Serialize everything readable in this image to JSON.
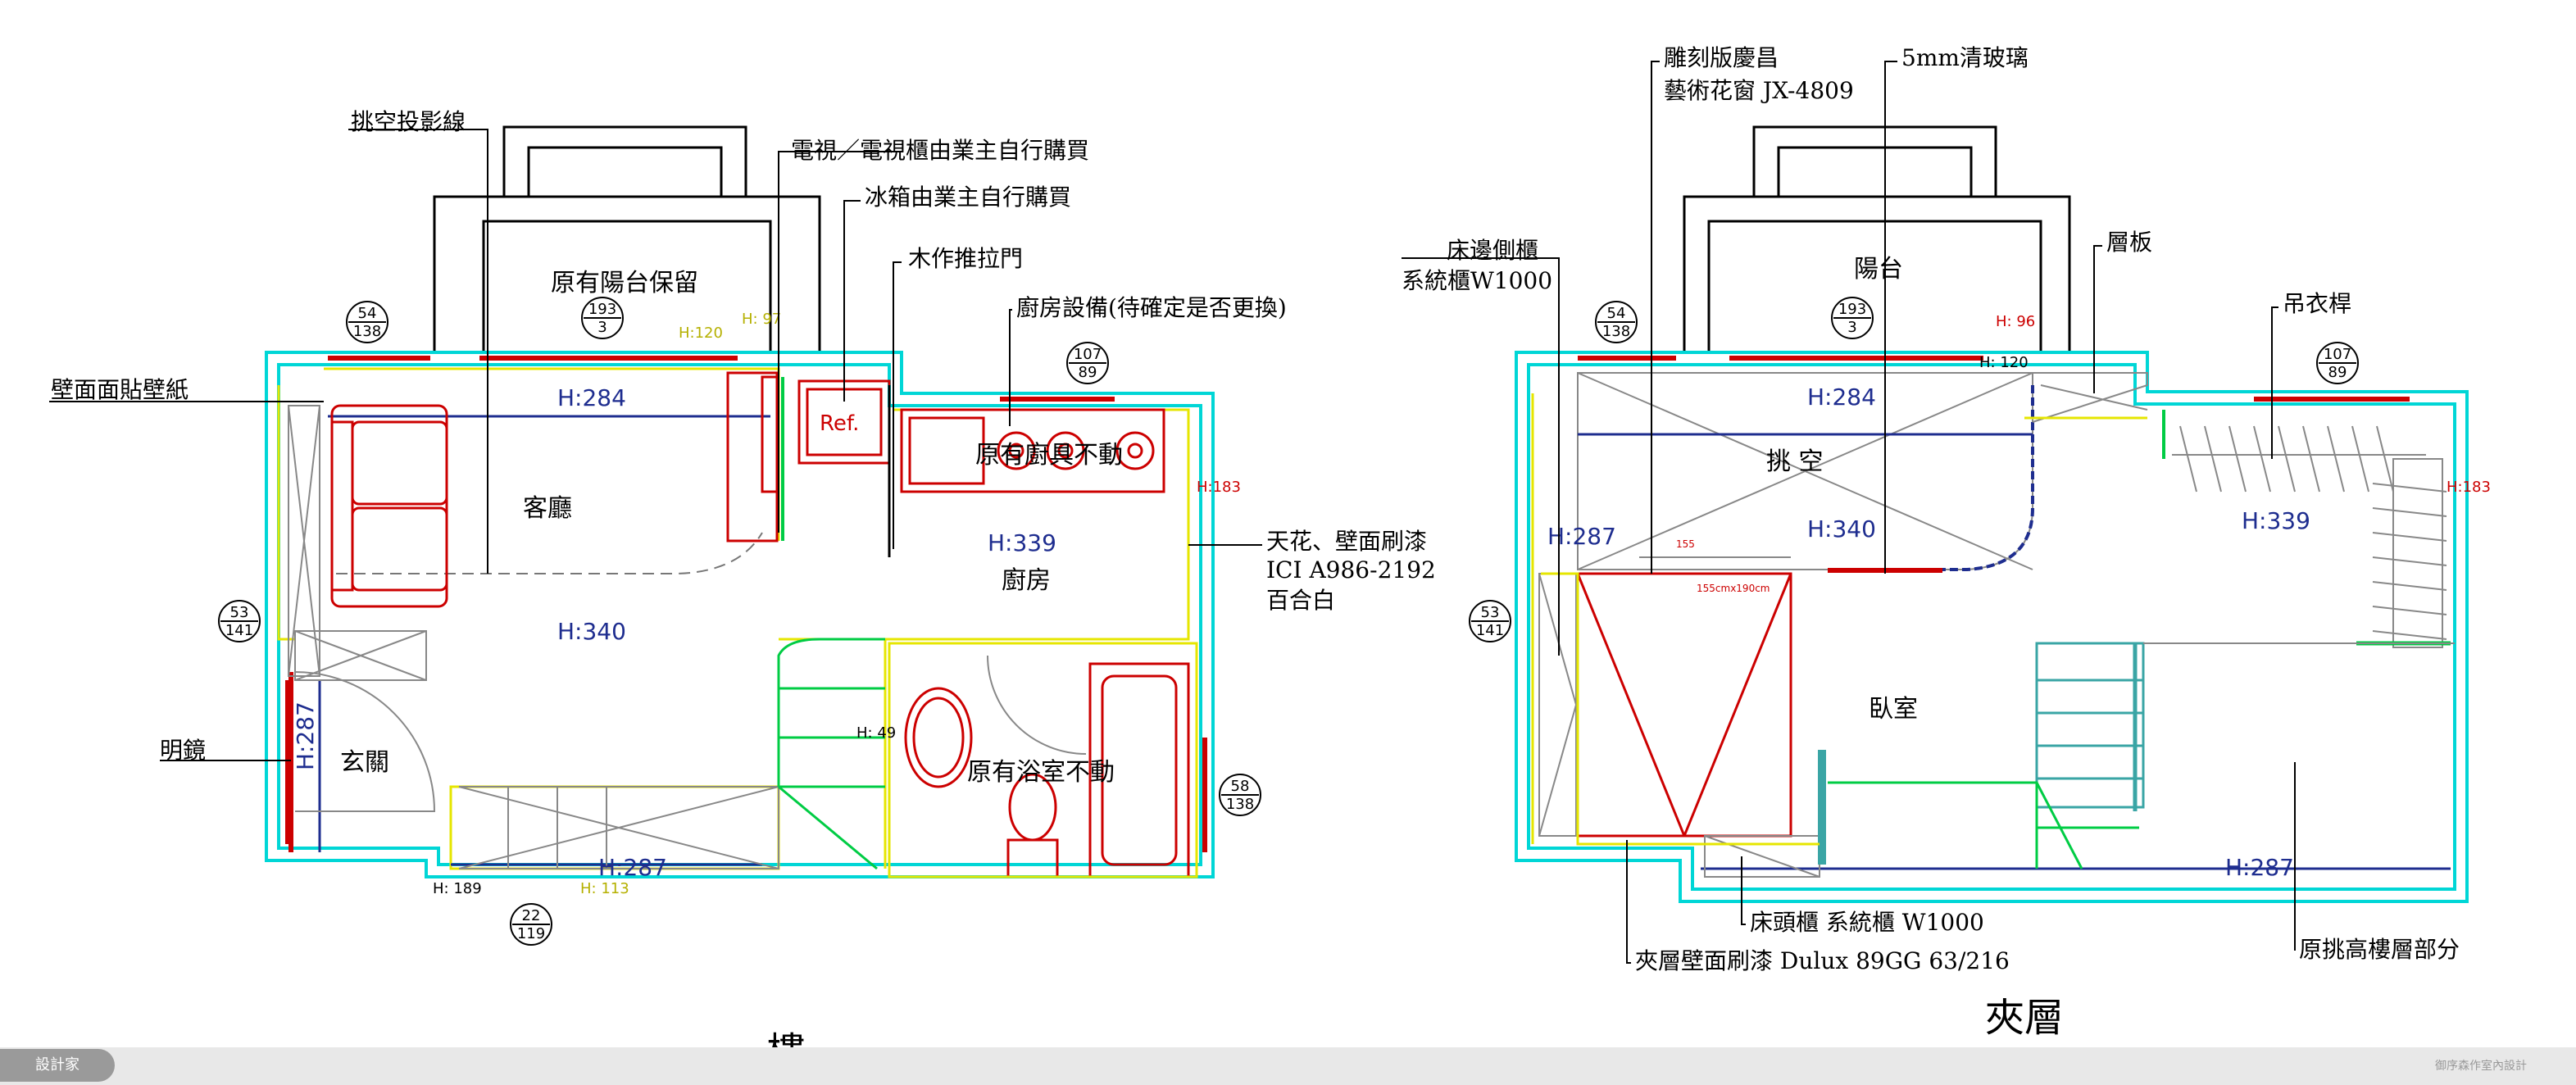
{
  "floor1": {
    "title": "一樓",
    "rooms": {
      "balcony": "原有陽台保留",
      "living": "客廳",
      "kitchen": "廚房",
      "entrance": "玄關",
      "bath": "原有浴室不動",
      "kitchen_fixed": "原有廚具不動"
    },
    "annotations": {
      "void_projection": "挑空投影線",
      "tv": "電視／電視櫃由業主自行購買",
      "fridge": "冰箱由業主自行購買",
      "sliding_door": "木作推拉門",
      "kitchen_equipment": "廚房設備(待確定是否更換)",
      "wallpaper": "壁面面貼壁紙",
      "ceiling_paint_1": "天花、壁面刷漆",
      "ceiling_paint_2": "ICI A986-2192",
      "ceiling_paint_3": "百合白",
      "mirror": "明鏡"
    },
    "heights": {
      "h284": "H:284",
      "h339": "H:339",
      "h340": "H:340",
      "h287a": "H:287",
      "h287b": "H:287",
      "h120": "H:120",
      "h183": "H:183",
      "h49": "H: 49",
      "h189": "H: 189",
      "h113": "H: 113",
      "h97": "H: 97"
    },
    "ref_label": "Ref.",
    "tags": [
      {
        "top": "54",
        "bottom": "138"
      },
      {
        "top": "193",
        "bottom": "3"
      },
      {
        "top": "107",
        "bottom": "89"
      },
      {
        "top": "53",
        "bottom": "141"
      },
      {
        "top": "58",
        "bottom": "138"
      },
      {
        "top": "22",
        "bottom": "119"
      }
    ]
  },
  "mezzanine": {
    "title": "夾層",
    "rooms": {
      "balcony": "陽台",
      "void": "挑 空",
      "bedroom": "臥室"
    },
    "annotations": {
      "carved_glass_1": "雕刻版慶昌",
      "carved_glass_2": "藝術花窗 JX-4809",
      "clear_glass": "5mm清玻璃",
      "shelf": "層板",
      "hanging_rod": "吊衣桿",
      "bedside_cabinet_1": "床邊側櫃",
      "bedside_cabinet_2": "系統櫃W1000",
      "headboard": "床頭櫃 系統櫃 W1000",
      "mezz_paint": "夾層壁面刷漆 Dulux 89GG 63/216",
      "loft": "原挑高樓層部分"
    },
    "heights": {
      "h284": "H:284",
      "h340": "H:340",
      "h339": "H:339",
      "h287a": "H:287",
      "h287b": "H:287",
      "h96": "H: 96",
      "h120": "H: 120",
      "h183": "H:183"
    },
    "bed_size": "155cmx190cm",
    "bed_dim": "155",
    "tags": [
      {
        "top": "54",
        "bottom": "138"
      },
      {
        "top": "193",
        "bottom": "3"
      },
      {
        "top": "107",
        "bottom": "89"
      },
      {
        "top": "53",
        "bottom": "141"
      }
    ]
  },
  "footer": {
    "brand": "設計家",
    "studio": "御序森作室內設計"
  },
  "colors": {
    "wall": "#00d6d6",
    "furniture": "#cc0000",
    "ceiling": "#e6e600",
    "height_text": "#1e2d8f",
    "stair": "#00cc44"
  }
}
